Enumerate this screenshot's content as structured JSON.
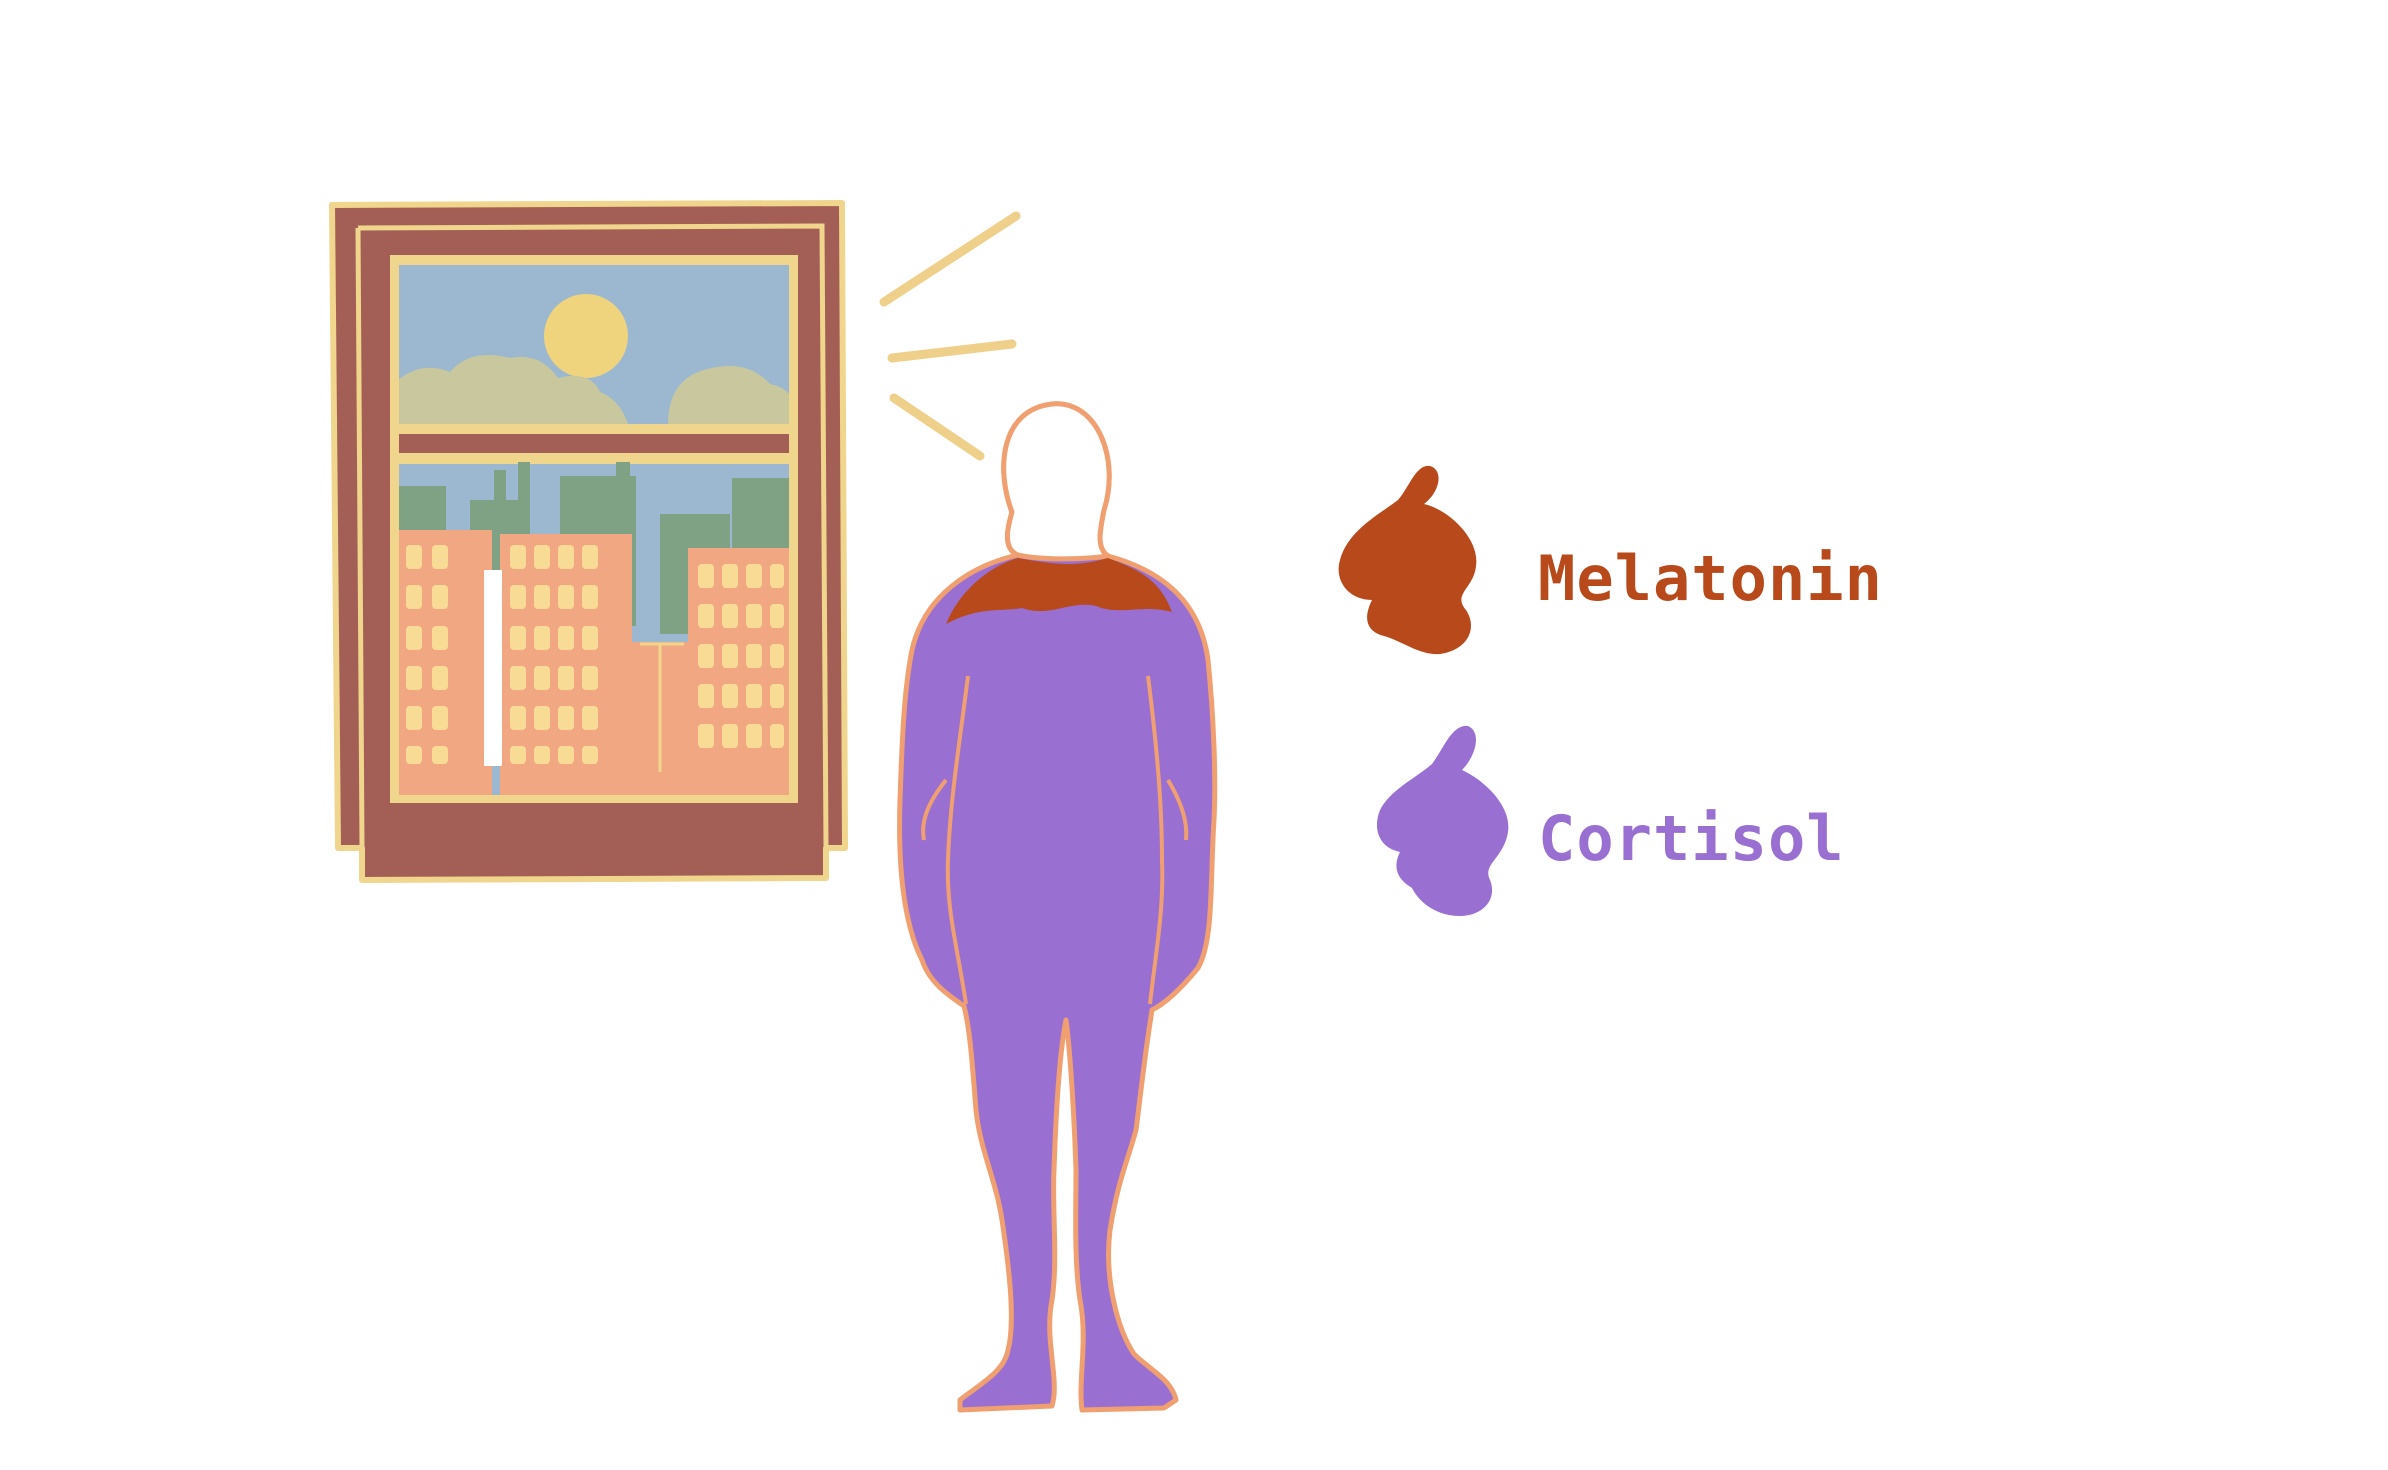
{
  "legend": {
    "melatonin": {
      "label": "Melatonin",
      "color": "#b8491a"
    },
    "cortisol": {
      "label": "Cortisol",
      "color": "#9a6fd2"
    }
  },
  "illustration": {
    "window_icon": "window-with-city-and-sun",
    "person_icon": "standing-person-silhouette",
    "light_rays_icon": "sunlight-rays",
    "colors": {
      "frame": "#a35f55",
      "frame_outline": "#f0d58c",
      "sky": "#9bb8d0",
      "sun": "#f0d37d",
      "clouds": "#c8c79e",
      "buildings": "#f2a783",
      "building_windows": "#f8dc95",
      "back_buildings": "#7fa285",
      "body_outline": "#f0a070",
      "rays": "#efd08a"
    }
  }
}
